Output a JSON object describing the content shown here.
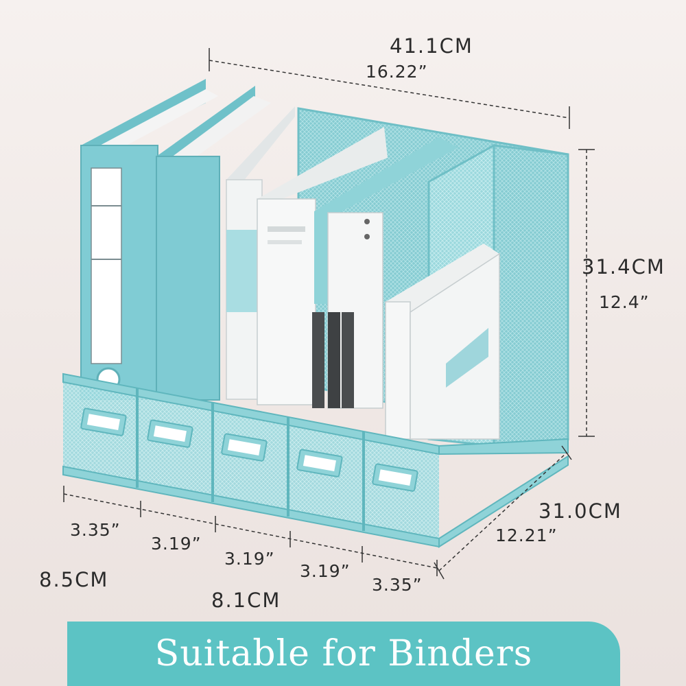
{
  "dimensions": {
    "width_cm": "41.1CM",
    "width_in": "16.22”",
    "height_cm": "31.4CM",
    "height_in": "12.4”",
    "depth_cm": "31.0CM",
    "depth_in": "12.21”",
    "slot_1_in": "3.35”",
    "slot_2_in": "3.19”",
    "slot_3_in": "3.19”",
    "slot_4_in": "3.19”",
    "slot_5_in": "3.35”",
    "outer_slot_cm": "8.5CM",
    "inner_slot_cm": "8.1CM"
  },
  "banner": {
    "text": "Suitable for Binders"
  },
  "colors": {
    "organizer": "#8fd3d8",
    "organizer_dark": "#5fb6bd",
    "binder": "#7fcbd3",
    "banner": "#5cc3c4",
    "paper": "#f7f8f8"
  }
}
